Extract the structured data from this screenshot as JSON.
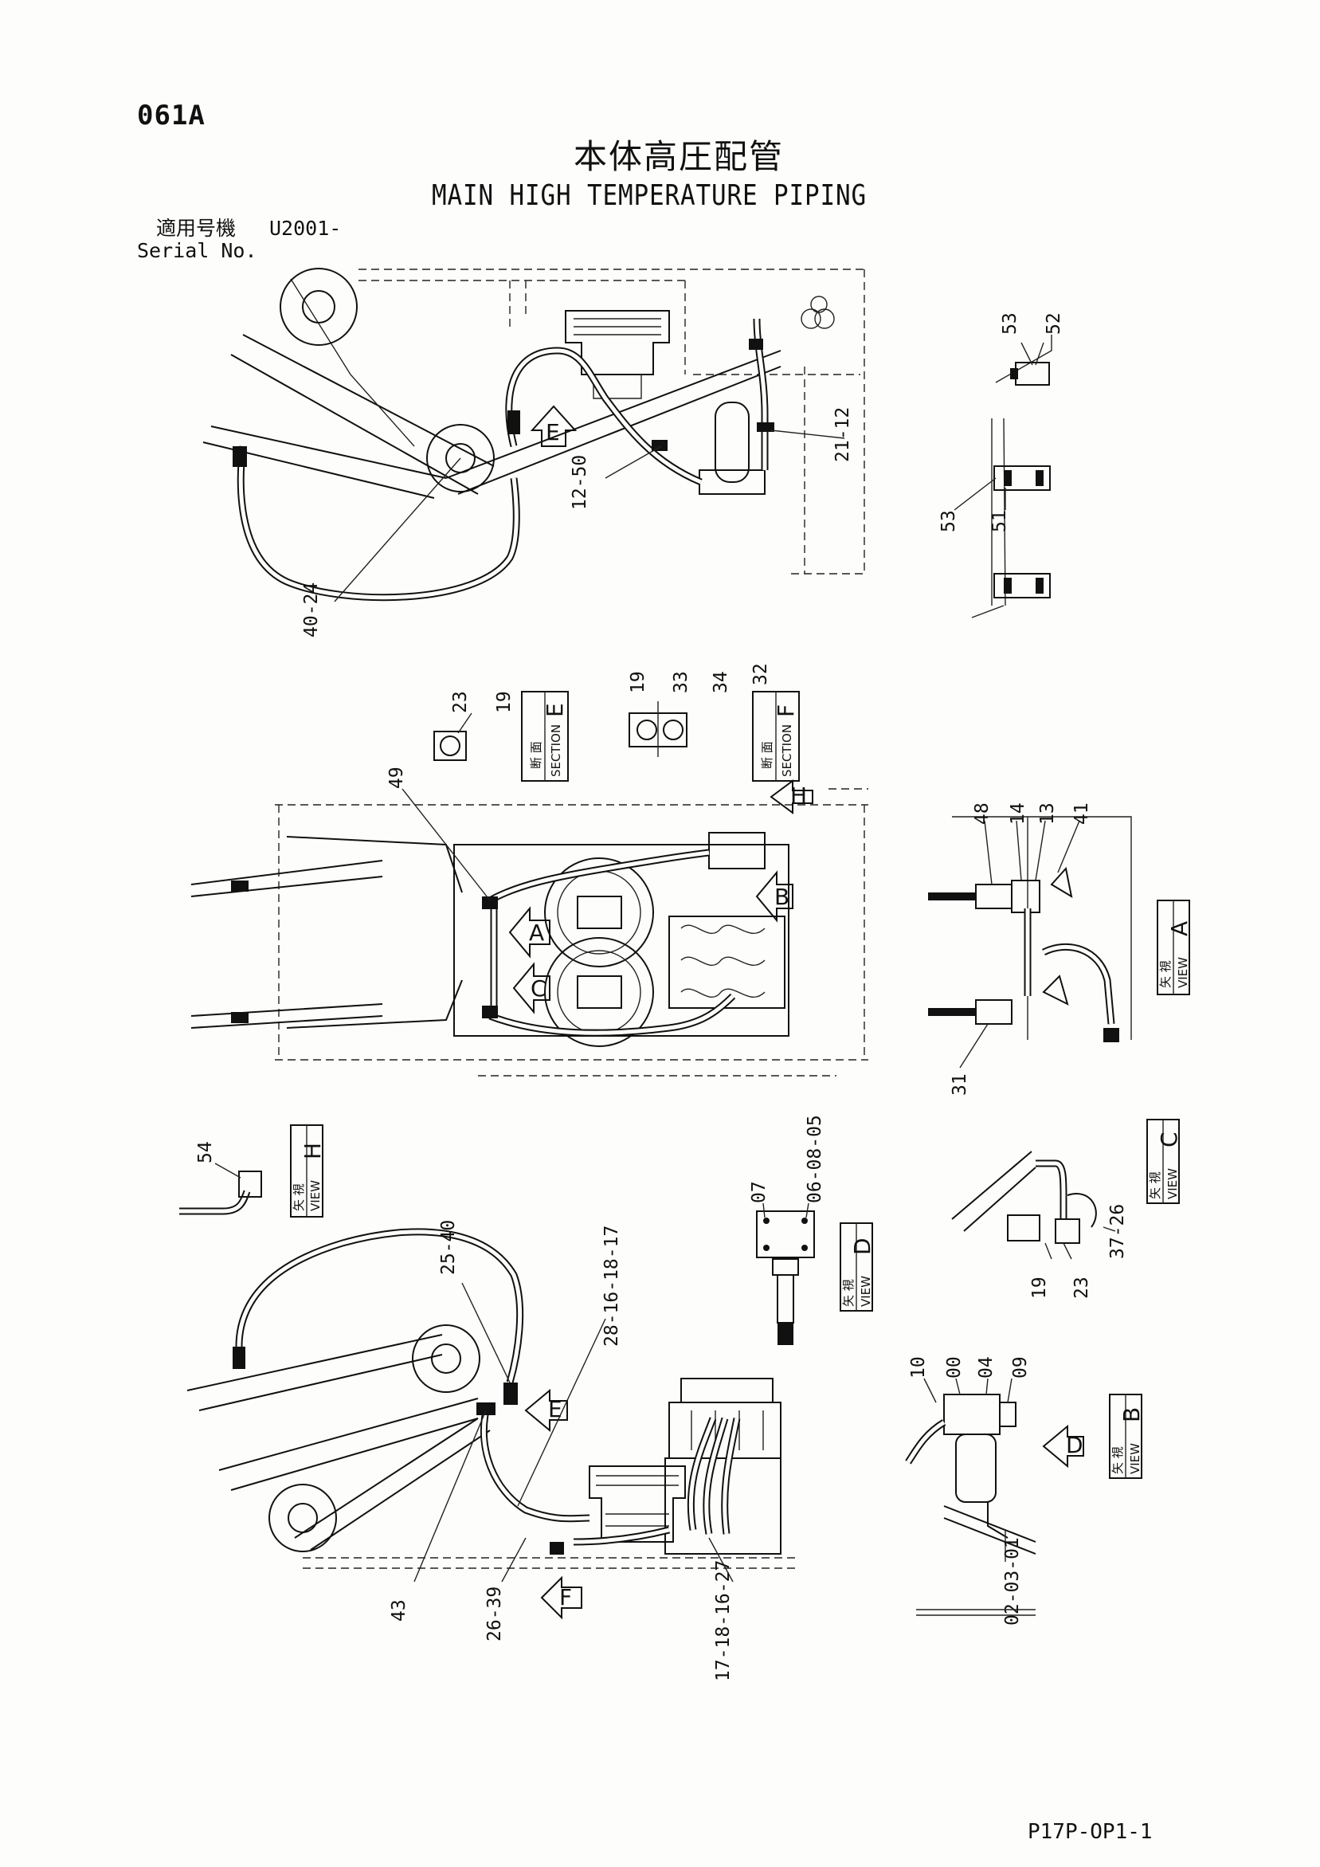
{
  "page": {
    "page_code": "061A",
    "title_jp": "本体高圧配管",
    "title_en": "MAIN HIGH TEMPERATURE PIPING",
    "serial_label_jp": "適用号機",
    "serial_value": "U2001-",
    "serial_label_en": "Serial No.",
    "footer_code": "P17P-OP1-1"
  },
  "views": {
    "section_e": {
      "jp": "断 面",
      "en": "SECTION",
      "letter": "E"
    },
    "section_f": {
      "jp": "断 面",
      "en": "SECTION",
      "letter": "F"
    },
    "view_a": {
      "jp": "矢 視",
      "en": "VIEW",
      "letter": "A"
    },
    "view_b": {
      "jp": "矢 視",
      "en": "VIEW",
      "letter": "B"
    },
    "view_c": {
      "jp": "矢 視",
      "en": "VIEW",
      "letter": "C"
    },
    "view_d": {
      "jp": "矢 視",
      "en": "VIEW",
      "letter": "D"
    },
    "view_h": {
      "jp": "矢 視",
      "en": "VIEW",
      "letter": "H"
    }
  },
  "arrows": {
    "e": "E",
    "a": "A",
    "b": "B",
    "c": "C",
    "d": "D",
    "f": "F",
    "h": "H"
  },
  "callouts": {
    "top_left": "40-24",
    "top_mid": "12-50",
    "top_right": "21-12",
    "view_top_52": "52",
    "view_top_53a": "53",
    "view_top_53b": "53",
    "view_top_51": "51",
    "sec_e_23": "23",
    "sec_e_19": "19",
    "sec_f_19": "19",
    "sec_f_33": "33",
    "sec_f_34": "34",
    "sec_f_32": "32",
    "mid_49": "49",
    "view_a_48": "48",
    "view_a_14": "14",
    "view_a_13": "13",
    "view_a_41": "41",
    "view_a_31": "31",
    "view_h_54": "54",
    "bottom_25": "25-40",
    "bottom_28": "28-16-18-17",
    "bottom_43": "43",
    "bottom_26": "26-39",
    "bottom_17": "17-18-16-27",
    "view_d_07": "07",
    "view_d_06": "06-08-05",
    "view_c_37": "37-26",
    "view_c_19": "19",
    "view_c_23": "23",
    "view_b_10": "10",
    "view_b_00": "00",
    "view_b_04": "04",
    "view_b_09": "09",
    "view_b_02": "02-03-01"
  }
}
